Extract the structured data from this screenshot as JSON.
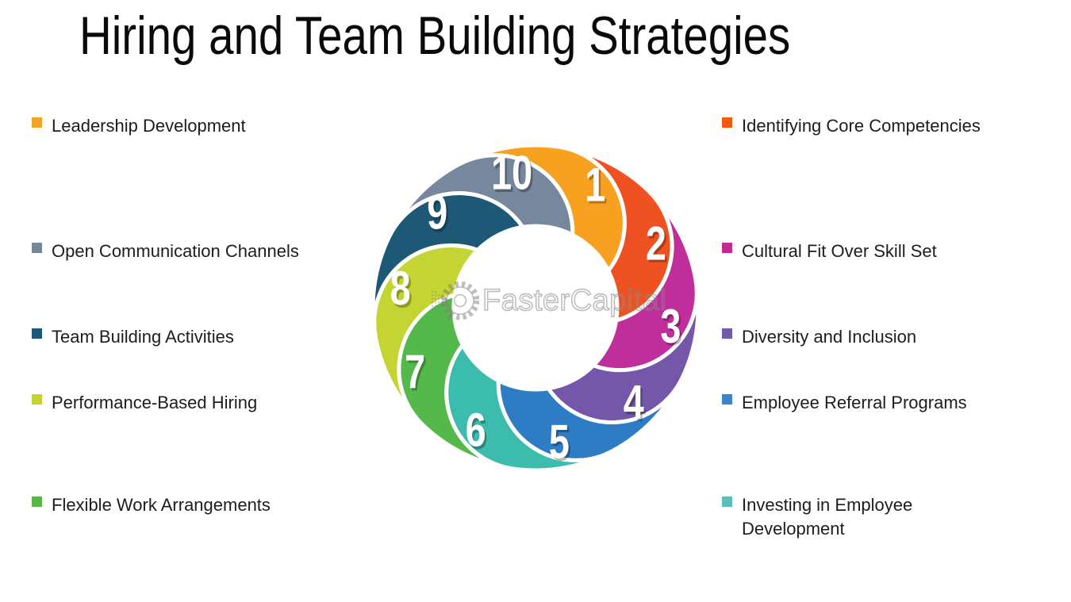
{
  "title": "Hiring and Team Building Strategies",
  "watermark": {
    "text": "FasterCapital"
  },
  "left_items": [
    {
      "label": "Leadership Development",
      "bullet_color": "#F4A425"
    },
    {
      "label": "Open Communication Channels",
      "bullet_color": "#76879C"
    },
    {
      "label": "Team Building Activities",
      "bullet_color": "#1D5876"
    },
    {
      "label": "Performance-Based Hiring",
      "bullet_color": "#C3D433"
    },
    {
      "label": "Flexible Work Arrangements",
      "bullet_color": "#58B647"
    }
  ],
  "right_items": [
    {
      "label": "Identifying Core Competencies",
      "bullet_color": "#F25A0D"
    },
    {
      "label": "Cultural Fit Over Skill Set",
      "bullet_color": "#C02C92"
    },
    {
      "label": "Diversity and Inclusion",
      "bullet_color": "#7459A8"
    },
    {
      "label": "Employee Referral Programs",
      "bullet_color": "#3D85C6"
    },
    {
      "label": "Investing in Employee Development",
      "bullet_color": "#5CBFB5"
    }
  ],
  "wheel": {
    "segments": [
      {
        "number": "1",
        "color": "#EF5222"
      },
      {
        "number": "2",
        "color": "#C02E9B"
      },
      {
        "number": "3",
        "color": "#7457A8"
      },
      {
        "number": "4",
        "color": "#2E7CC4"
      },
      {
        "number": "5",
        "color": "#3CBCAD"
      },
      {
        "number": "6",
        "color": "#55B84B"
      },
      {
        "number": "7",
        "color": "#C3D433"
      },
      {
        "number": "8",
        "color": "#1D5876"
      },
      {
        "number": "9",
        "color": "#76879E"
      },
      {
        "number": "10",
        "color": "#F8A01F"
      }
    ]
  }
}
